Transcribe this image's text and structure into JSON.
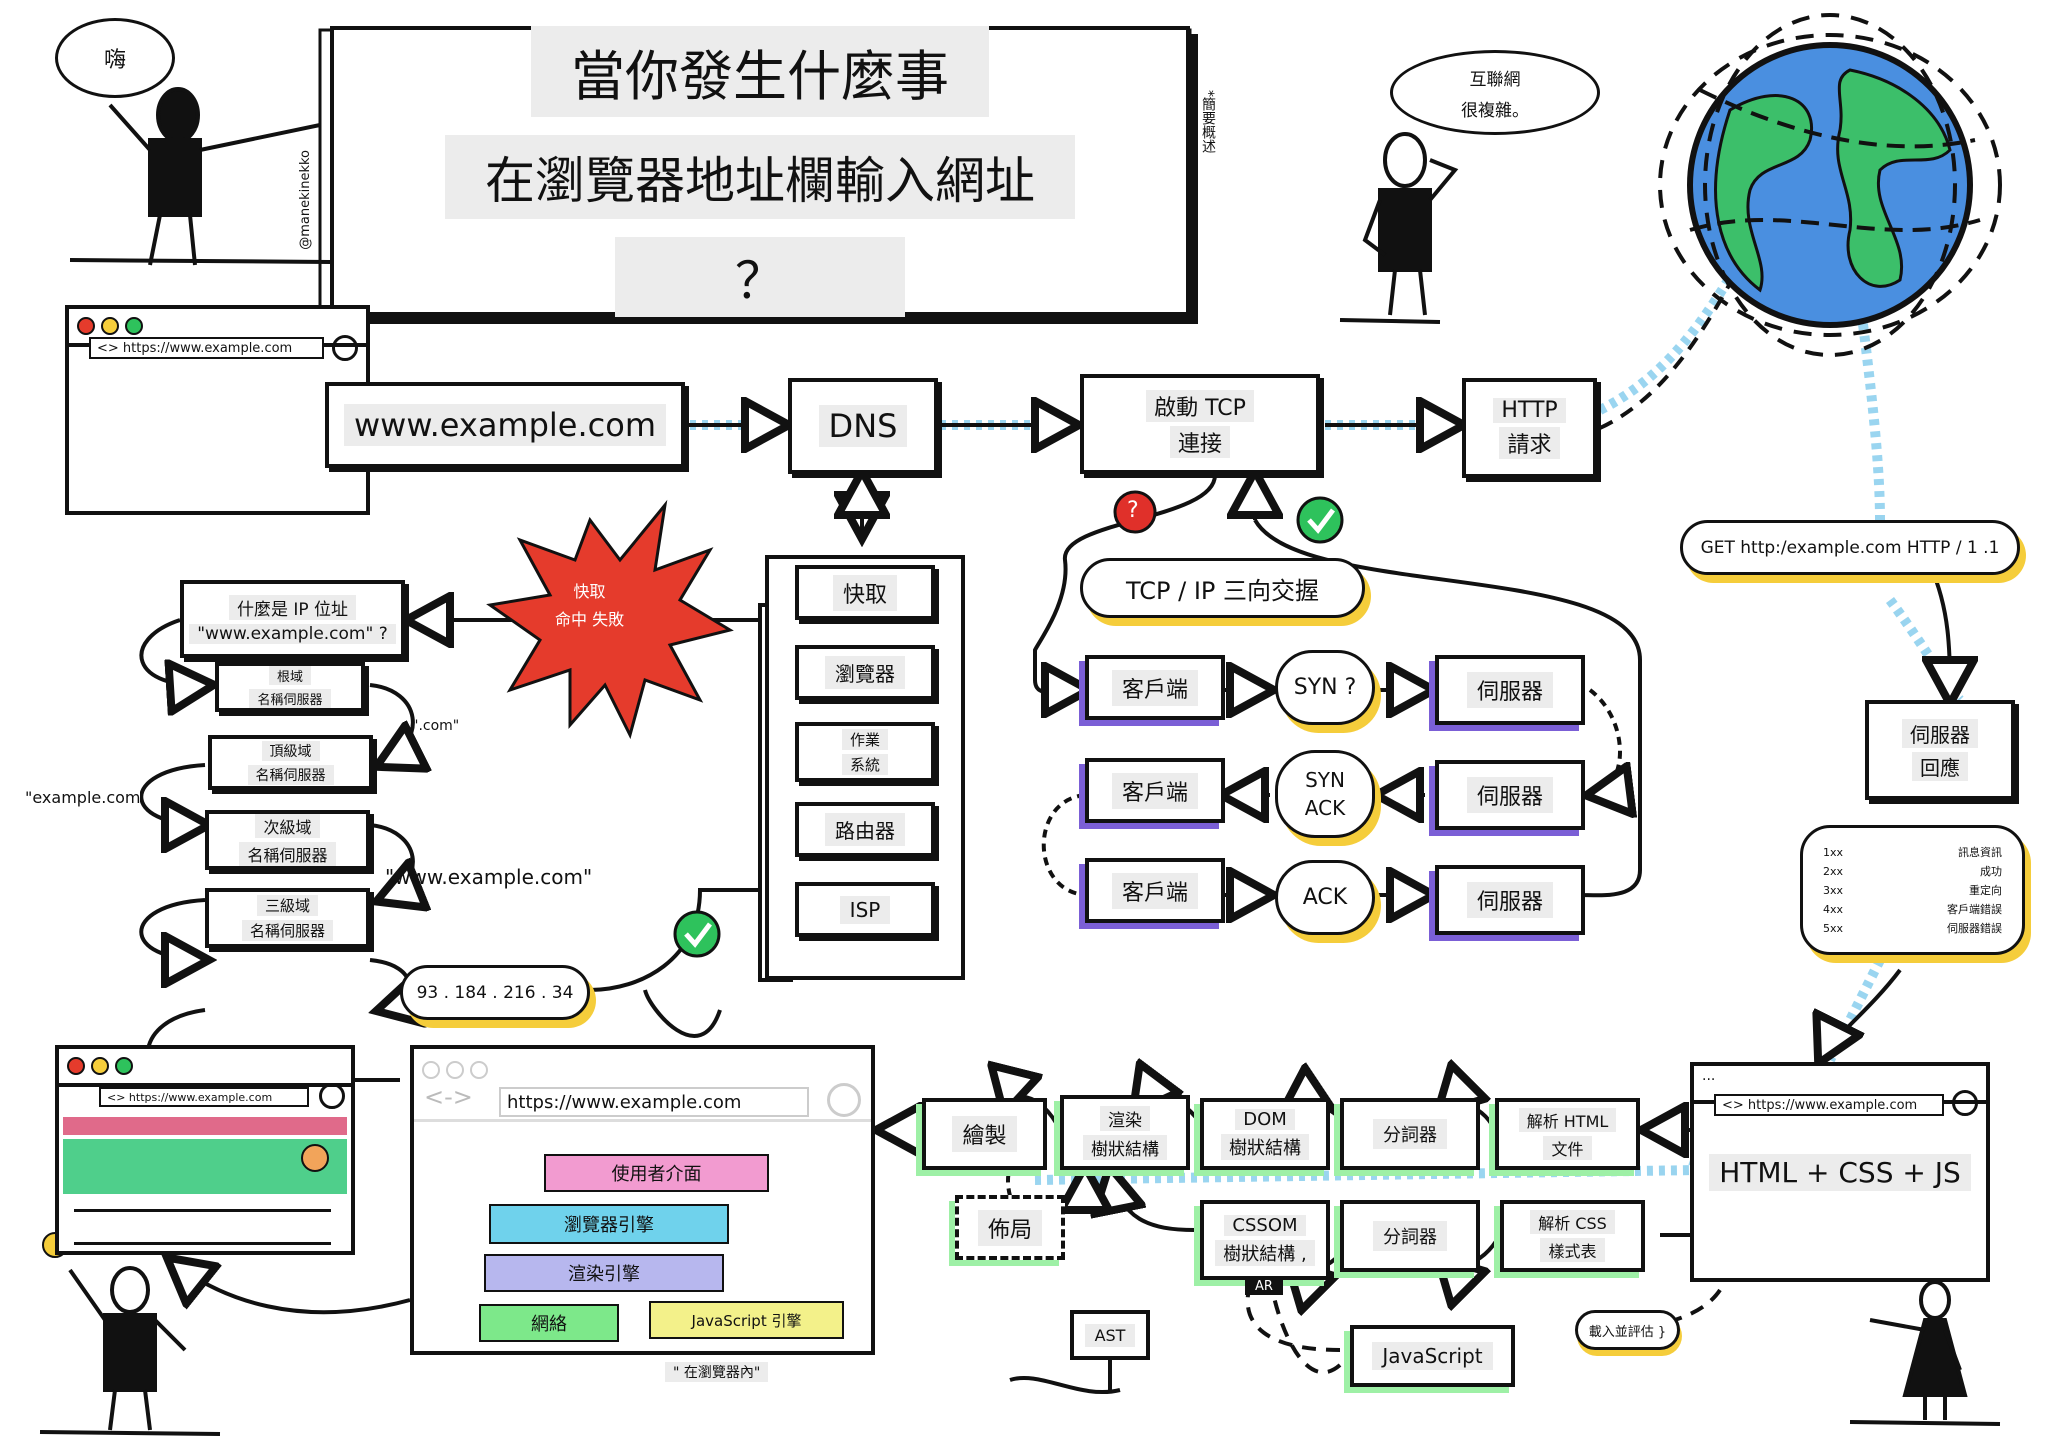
{
  "title": {
    "line1": "當你發生什麼事",
    "line2": "在瀏覽器地址欄輸入網址",
    "line3": "？"
  },
  "side_note": "*簡要概述",
  "credit": "@manekinekko",
  "bubbles": {
    "hi": "嗨",
    "internet_line1": "互聯網",
    "internet_line2": "很複雜。"
  },
  "top_browser_url": "<> https://www.example.com",
  "flow": {
    "url": "www.example.com",
    "dns": "DNS",
    "tcp_line1": "啟動 TCP",
    "tcp_line2": "連接",
    "http_line1": "HTTP",
    "http_line2": "請求",
    "get": "GET http:/example.com HTTP / 1 .1"
  },
  "cache": {
    "cache": "快取",
    "browser": "瀏覽器",
    "os_line1": "作業",
    "os_line2": "系統",
    "router": "路由器",
    "isp": "ISP",
    "miss_line1": "快取",
    "miss_line2": "命中 失敗"
  },
  "dns_lookup": {
    "what_ip_line1": "什麼是 IP 位址",
    "what_ip_line2": "\"www.example.com\" ?",
    "root_line1": "根域",
    "root_line2": "名稱伺服器",
    "com": "\".com\"",
    "tld_line1": "頂級域",
    "tld_line2": "名稱伺服器",
    "example": "\"example.com",
    "sld_line1": "次級域",
    "sld_line2": "名稱伺服器",
    "www": "\"www.example.com\"",
    "third_line1": "三級域",
    "third_line2": "名稱伺服器",
    "ip": "93 . 184 . 216 . 34"
  },
  "handshake": {
    "title": "TCP / IP 三向交握",
    "question": "?",
    "client": "客戶端",
    "server": "伺服器",
    "syn": "SYN ?",
    "synack_line1": "SYN",
    "synack_line2": "ACK",
    "ack": "ACK"
  },
  "response": {
    "server_line1": "伺服器",
    "server_line2": "回應",
    "codes": [
      {
        "code": "1xx",
        "desc": "訊息資訊"
      },
      {
        "code": "2xx",
        "desc": "成功"
      },
      {
        "code": "3xx",
        "desc": "重定向"
      },
      {
        "code": "4xx",
        "desc": "客戶端錯誤"
      },
      {
        "code": "5xx",
        "desc": "伺服器錯誤"
      }
    ]
  },
  "html_browser": {
    "dots": "...",
    "url": "<> https://www.example.com",
    "content": "HTML + CSS + JS"
  },
  "render": {
    "paint": "繪製",
    "render_tree_line1": "渲染",
    "render_tree_line2": "樹狀結構",
    "dom_line1": "DOM",
    "dom_line2": "樹狀結構",
    "tokenizer": "分詞器",
    "parse_html_line1": "解析 HTML",
    "parse_html_line2": "文件",
    "layout": "佈局",
    "cssom_line1": "CSSOM",
    "cssom_line2": "樹狀結構 ,",
    "tokenizer2": "分詞器",
    "parse_css_line1": "解析 CSS",
    "parse_css_line2": "樣式表",
    "ar": "AR",
    "ast": "AST",
    "javascript": "JavaScript",
    "load_eval": "載入並評估 }"
  },
  "inside": {
    "url": "https://www.example.com",
    "ui": "使用者介面",
    "engine": "瀏覽器引擎",
    "render": "渲染引擎",
    "network": "網絡",
    "js": "JavaScript 引擎",
    "caption": "\" 在瀏覽器內\""
  },
  "final_browser_url": "<> https://www.example.com",
  "colors": {
    "accent_yellow": "#f5cd3b",
    "accent_purple": "#7b5fd6",
    "accent_blue": "#7cc8ec",
    "accent_green": "#9ef0a6",
    "burst_red": "#e53b2c",
    "check_green": "#2ec25c",
    "question_red": "#e0302a",
    "ocean": "#4a8fe0",
    "land": "#3cbf6a"
  }
}
